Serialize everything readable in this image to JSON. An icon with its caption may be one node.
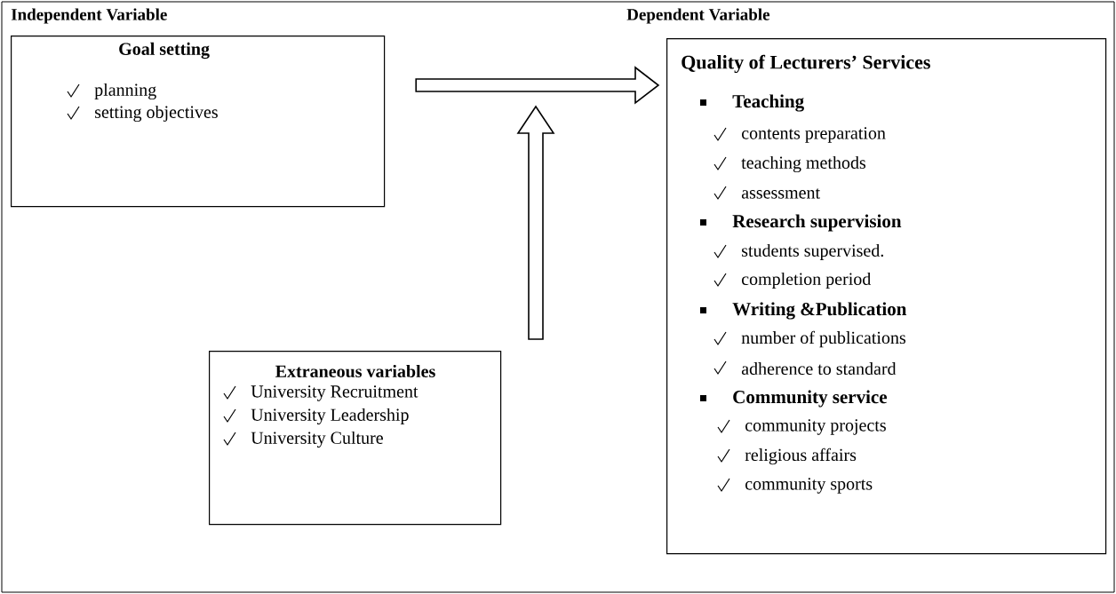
{
  "diagram": {
    "nodes": [
      {
        "text": [
          "Goal setting",
          "planning",
          "setting objectives"
        ]
      },
      {
        "text": [
          "Quality of Lecturers’ Services",
          "Teaching",
          "contents preparation",
          "teaching methods",
          "assessment",
          "Research supervision",
          "students supervised.",
          "completion period",
          "Writing &Publication",
          "number of publications",
          "adherence to standard",
          "Community service",
          "community projects",
          "religious affairs",
          "community sports"
        ]
      },
      {
        "text": [
          "Extraneous variables",
          "University Recruitment",
          "University Leadership",
          "University Culture"
        ]
      }
    ],
    "edges": [
      {
        "from": 0,
        "to": 1,
        "arrow": "to"
      },
      {
        "from": 2,
        "to": null,
        "arrow": "to"
      }
    ],
    "labels": [
      "Independent Variable",
      "Dependent Variable"
    ]
  }
}
